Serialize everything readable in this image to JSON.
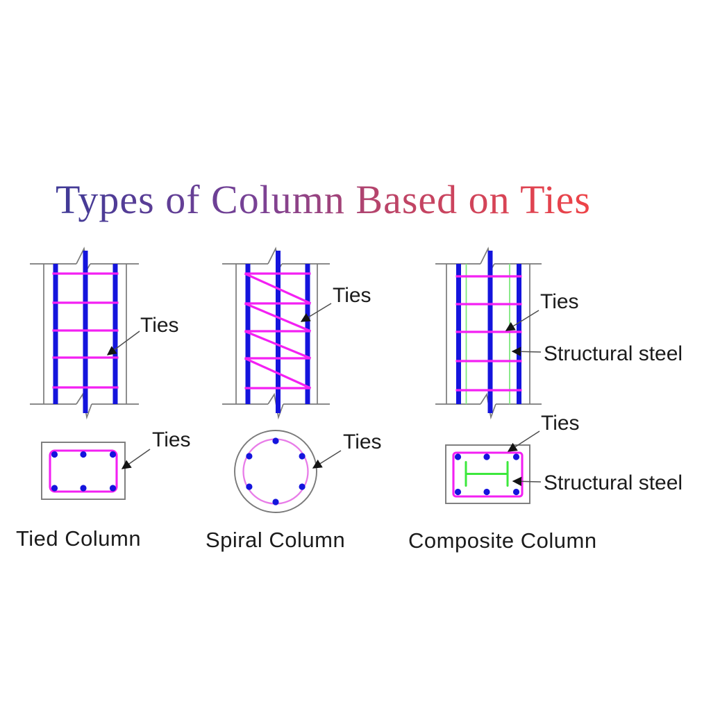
{
  "title": {
    "text": "Types of Column Based on Ties",
    "gradient_start": "#3f3a96",
    "gradient_mid": "#bb4468",
    "gradient_end": "#ee4347"
  },
  "labels": {
    "ties": "Ties",
    "structural_steel": "Structural steel"
  },
  "captions": {
    "tied": "Tied Column",
    "spiral": "Spiral Column",
    "composite": "Composite Column"
  },
  "colors": {
    "rebar_blue": "#1414dd",
    "tie_magenta": "#f320f3",
    "spiral_pink": "#e87ce8",
    "steel_green_light": "#7de87d",
    "steel_green": "#3ce83c",
    "outline_gray": "#7a7a7a",
    "text_black": "#1b1b1b"
  }
}
